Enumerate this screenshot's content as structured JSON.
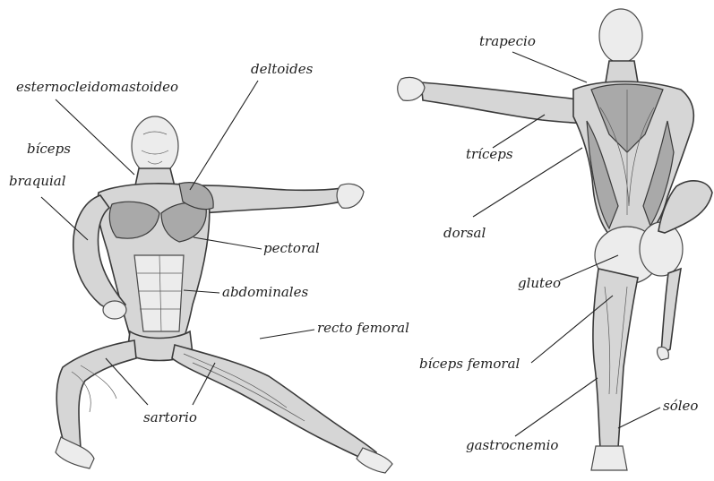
{
  "labels": {
    "esternocleidomastoideo": "esternocleidomastoideo",
    "deltoides": "deltoides",
    "biceps": "bíceps",
    "braquial": "braquial",
    "pectoral": "pectoral",
    "abdominales": "abdominales",
    "recto_femoral": "recto femoral",
    "sartorio": "sartorio",
    "trapecio": "trapecio",
    "triceps": "tríceps",
    "dorsal": "dorsal",
    "gluteo": "gluteo",
    "biceps_femoral": "bíceps femoral",
    "soleo": "sóleo",
    "gastrocnemio": "gastrocnemio"
  }
}
